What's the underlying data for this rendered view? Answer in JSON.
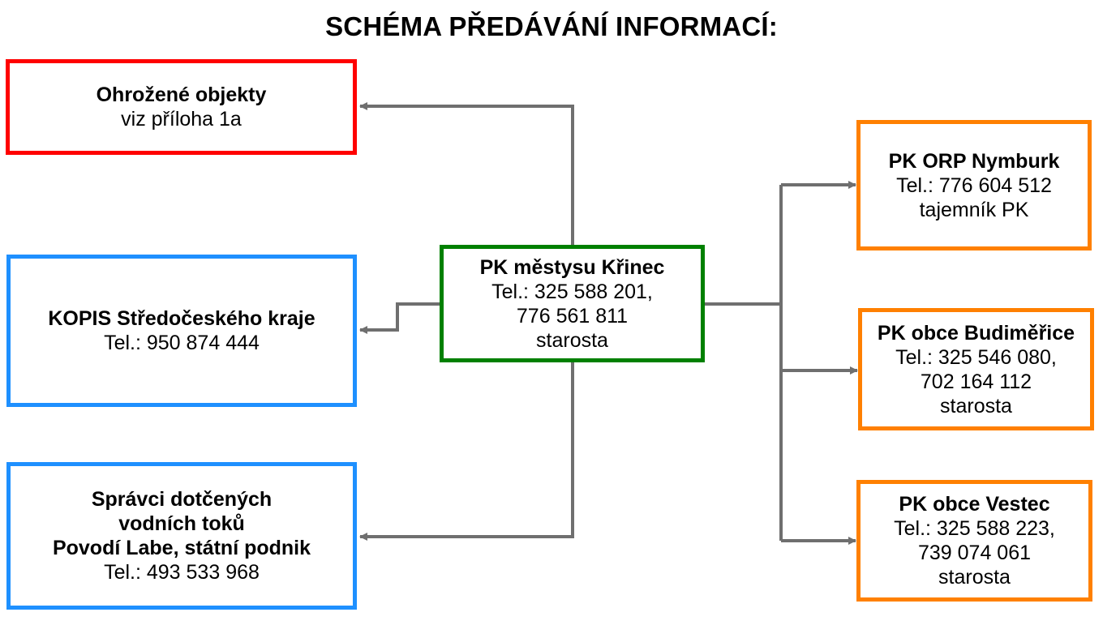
{
  "title": "SCHÉMA PŘEDÁVÁNÍ INFORMACÍ:",
  "colors": {
    "red": "#ff0000",
    "blue": "#1e90ff",
    "green": "#008000",
    "orange": "#ff8000",
    "connector": "#6f6f6f"
  },
  "center": {
    "name": "PK městysu Křinec",
    "phone_line1": "Tel.: 325 588 201,",
    "phone_line2": "776 561 811",
    "role": "starosta"
  },
  "left": [
    {
      "name": "Ohrožené objekty",
      "detail": "viz příloha 1a"
    },
    {
      "name": "KOPIS Středočeského kraje",
      "detail": "Tel.: 950 874 444"
    },
    {
      "name_line1": "Správci dotčených",
      "name_line2": "vodních toků",
      "name_line3": "Povodí Labe, státní podnik",
      "detail": "Tel.: 493 533 968"
    }
  ],
  "right": [
    {
      "name": "PK ORP Nymburk",
      "phone_line1": "Tel.: 776 604 512",
      "role": "tajemník PK"
    },
    {
      "name": "PK obce Budiměřice",
      "phone_line1": "Tel.: 325 546 080,",
      "phone_line2": "702 164 112",
      "role": "starosta"
    },
    {
      "name": "PK obce Vestec",
      "phone_line1": "Tel.: 325 588 223,",
      "phone_line2": "739 074 061",
      "role": "starosta"
    }
  ]
}
